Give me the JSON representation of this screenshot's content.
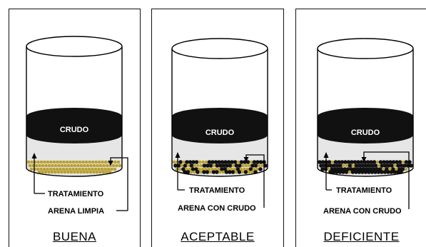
{
  "panels": [
    {
      "crudo_label": "CRUDO",
      "treatment_label": "TRATAMIENTO",
      "sand_label": "ARENA LIMPIA",
      "title": "BUENA",
      "sand_color": "#b9a033",
      "black_grain_share": 0.0
    },
    {
      "crudo_label": "CRUDO",
      "treatment_label": "TRATAMIENTO",
      "sand_label": "ARENA CON CRUDO",
      "title": "ACEPTABLE",
      "sand_color": "#b9a033",
      "black_grain_share": 0.5
    },
    {
      "crudo_label": "CRUDO",
      "treatment_label": "TRATAMIENTO",
      "sand_label": "ARENA CON CRUDO",
      "title": "DEFICIENTE",
      "sand_color": "#b9a033",
      "black_grain_share": 0.85
    }
  ],
  "colors": {
    "oil": "#111111",
    "water": "#e6e6e6",
    "outline": "#000000"
  }
}
